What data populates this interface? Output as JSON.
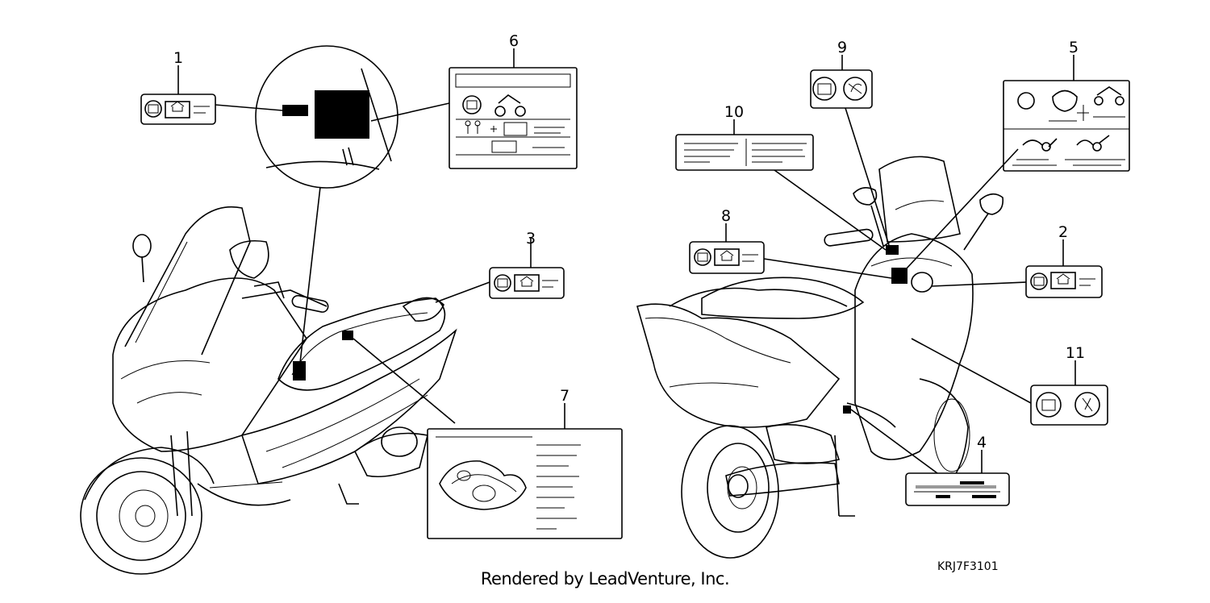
{
  "diagram": {
    "code": "KRJ7F3101",
    "credit": "Rendered by LeadVenture, Inc.",
    "callouts": [
      "1",
      "2",
      "3",
      "4",
      "5",
      "6",
      "7",
      "8",
      "9",
      "10",
      "11"
    ]
  }
}
